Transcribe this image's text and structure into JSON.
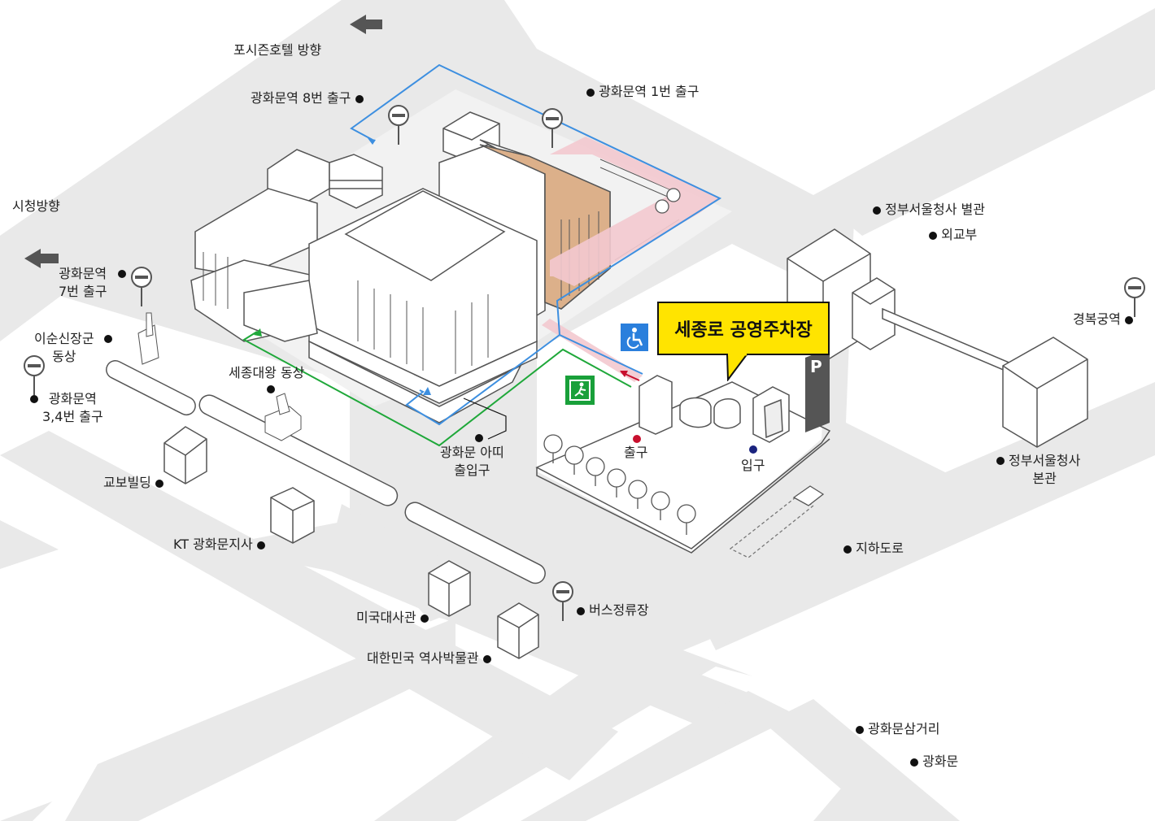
{
  "labels": {
    "four_seasons": "포시즌호텔 방향",
    "exit8": "광화문역 8번 출구",
    "exit1": "광화문역 1번 출구",
    "cityhall": "시청방향",
    "exit7": "광화문역\n7번 출구",
    "yisunsin": "이순신장군\n동상",
    "sejong_statue": "세종대왕 동상",
    "exit34": "광화문역\n3,4번 출구",
    "kyobo": "교보빌딩",
    "kt": "KT 광화문지사",
    "us_embassy": "미국대사관",
    "museum": "대한민국 역사박물관",
    "bus_stop": "버스정류장",
    "atti": "광화문 아띠\n출입구",
    "exit_label": "출구",
    "entrance_label": "입구",
    "gov_annex": "정부서울청사 별관",
    "mofa": "외교부",
    "gyeongbokgung": "경복궁역",
    "gov_main": "정부서울청사\n본관",
    "underpass": "지하도로",
    "intersection": "광화문삼거리",
    "gwanghwamun": "광화문"
  },
  "callout": {
    "text": "세종로 공영주차장"
  },
  "icons": {
    "parking_sign": "P",
    "accessibility": "wheelchair-icon",
    "emergency_exit": "emergency-exit-icon",
    "subway": "subway-station-icon"
  },
  "colors": {
    "road": "#e9e9e9",
    "blue_route": "#3d8fe0",
    "green_route": "#1fa83a",
    "pink_route": "#f3c9cf",
    "callout": "#ffe400",
    "building_accent": "#dcb08a",
    "exit_dot": "#c8102e",
    "entrance_dot": "#1a237e"
  }
}
